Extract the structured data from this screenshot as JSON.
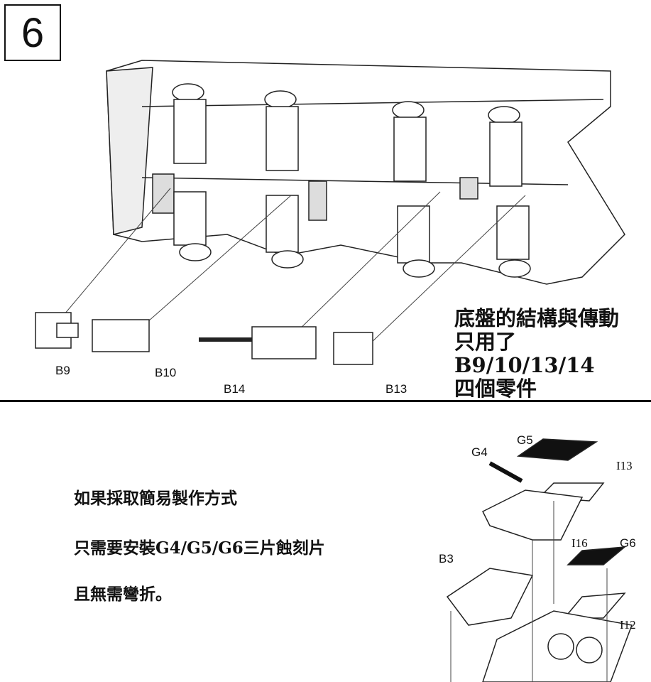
{
  "step_number": "6",
  "top_section": {
    "note_lines": [
      "底盤的結構與傳動",
      "只用了B9/10/13/14",
      "四個零件"
    ],
    "part_labels": {
      "b9": "B9",
      "b10": "B10",
      "b14": "B14",
      "b13": "B13"
    }
  },
  "bottom_section": {
    "note_lines": [
      "如果採取簡易製作方式",
      "只需要安裝G4/G5/G6三片蝕刻片",
      "且無需彎折。"
    ],
    "part_labels": {
      "g5": "G5",
      "g4": "G4",
      "i13": "I13",
      "i16": "I16",
      "g6": "G6",
      "b3": "B3",
      "i12": "I12"
    }
  }
}
